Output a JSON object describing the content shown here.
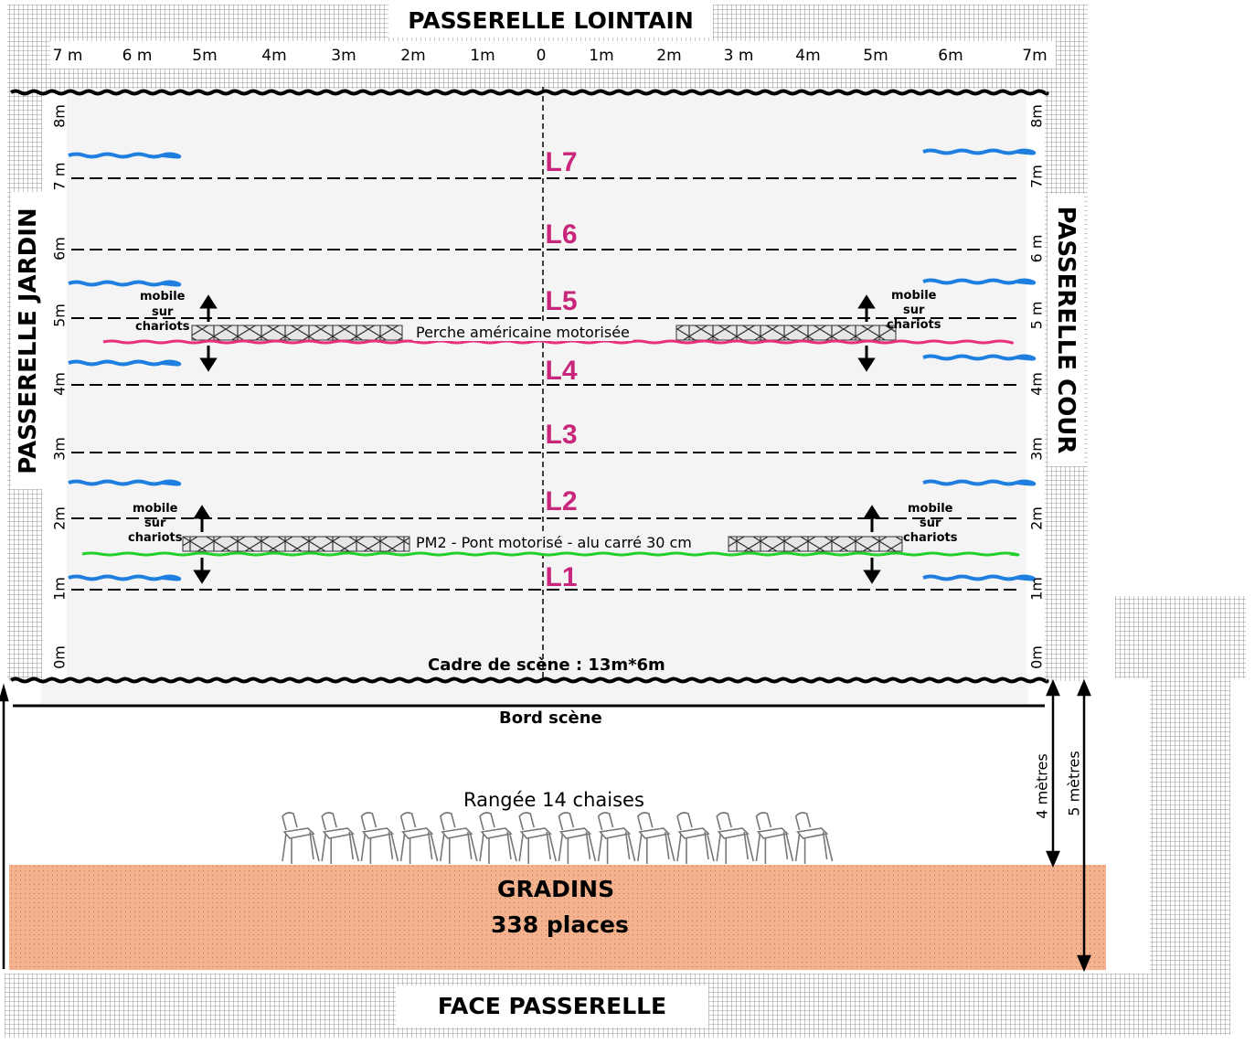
{
  "titles": {
    "lointain": "PASSERELLE LOINTAIN",
    "jardin": "PASSERELLE JARDIN",
    "cour": "PASSERELLE COUR",
    "face": "FACE PASSERELLE"
  },
  "top_ruler": [
    "7 m",
    "6 m",
    "5m",
    "4m",
    "3m",
    "2m",
    "1m",
    "0",
    "1m",
    "2m",
    "3 m",
    "4m",
    "5m",
    "6m",
    "7m"
  ],
  "left_ruler": [
    "8m",
    "7 m",
    "6m",
    "5m",
    "4m",
    "3m",
    "2m",
    "1m",
    "0m"
  ],
  "right_ruler": [
    "8m",
    "7m",
    "6 m",
    "5 m",
    "4m",
    "3m",
    "2m",
    "1m",
    "0m"
  ],
  "lines": [
    "L7",
    "L6",
    "L5",
    "L4",
    "L3",
    "L2",
    "L1"
  ],
  "truss_upper": {
    "label": "Perche américaine motorisée",
    "mobile_left": [
      "mobile",
      "sur",
      "chariots"
    ],
    "mobile_right": [
      "mobile",
      "sur",
      "chariots"
    ]
  },
  "truss_lower": {
    "label": "PM2 - Pont motorisé - alu carré 30 cm",
    "mobile_left": [
      "mobile",
      "sur",
      "chariots"
    ],
    "mobile_right": [
      "mobile",
      "sur",
      "chariots"
    ]
  },
  "cadre": "Cadre de scène : 13m*6m",
  "bord": "Bord scène",
  "chairs_label": "Rangée 14 chaises",
  "chair_count": 14,
  "gradins": {
    "title": "GRADINS",
    "places": "338 places"
  },
  "dimensions": {
    "four": "4 mètres",
    "five": "5 mètres"
  },
  "colors": {
    "line_label": "#c8267a",
    "curtain": "#1e7fe0",
    "perche": "#e8307a",
    "pont": "#22d02a",
    "gradins": "#f4b38e",
    "grid": "#6a6a6a",
    "stage": "#f4f4f4"
  }
}
